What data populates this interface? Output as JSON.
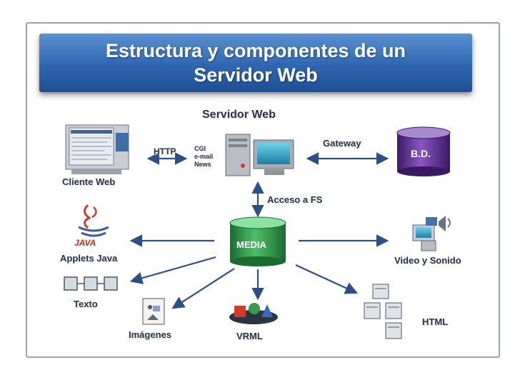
{
  "title": {
    "line1": "Estructura y componentes de un",
    "line2": "Servidor Web"
  },
  "labels": {
    "servidor_web": "Servidor Web",
    "cliente_web": "Cliente Web",
    "http": "HTTP",
    "cgi": "CGI",
    "email": "e-mail",
    "news": "News",
    "gateway": "Gateway",
    "bd": "B.D.",
    "acceso_fs": "Acceso a FS",
    "media": "MEDIA",
    "applets_java": "Applets Java",
    "java_logo": "JAVA",
    "video_sonido": "Video y Sonido",
    "texto": "Texto",
    "imagenes": "Imágenes",
    "vrml": "VRML",
    "html": "HTML"
  },
  "colors": {
    "banner": "#2f66b0",
    "arrow": "#2e4f86",
    "database": "#5a2c8a",
    "media": "#2f9a4a"
  },
  "icons": [
    "monitor-icon",
    "server-computer-icon",
    "database-cylinder-icon",
    "media-cylinder-icon",
    "java-logo-icon",
    "video-sound-icon",
    "text-blocks-icon",
    "image-document-icon",
    "vrml-shapes-icon",
    "html-documents-icon"
  ]
}
